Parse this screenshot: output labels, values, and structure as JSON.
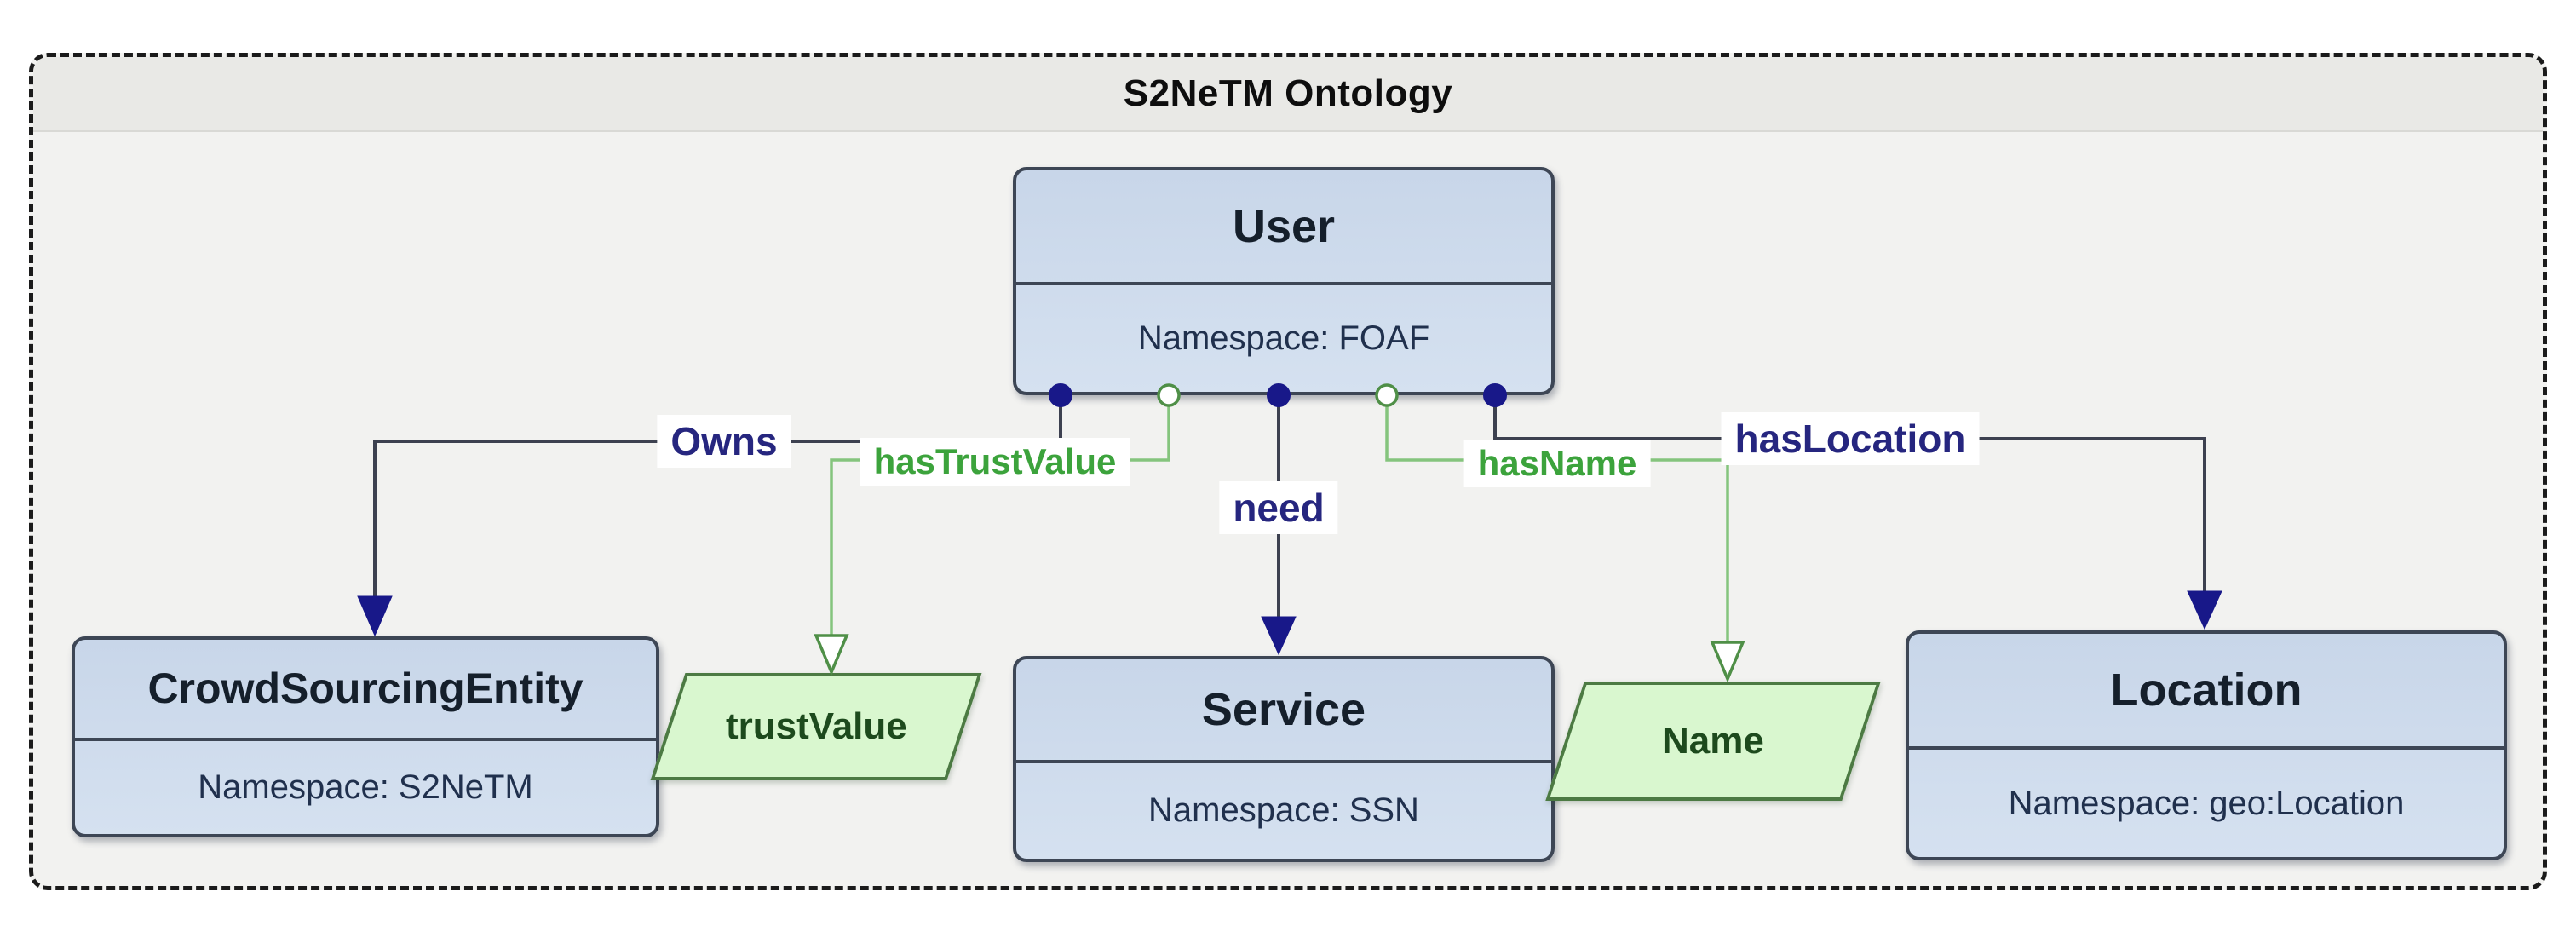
{
  "diagram": {
    "title": "S2NeTM Ontology",
    "classes": [
      {
        "id": "user",
        "name": "User",
        "namespace": "Namespace: FOAF"
      },
      {
        "id": "crowdsourcingentity",
        "name": "CrowdSourcingEntity",
        "namespace": "Namespace: S2NeTM"
      },
      {
        "id": "service",
        "name": "Service",
        "namespace": "Namespace: SSN"
      },
      {
        "id": "location",
        "name": "Location",
        "namespace": "Namespace: geo:Location"
      }
    ],
    "datatypes": [
      {
        "id": "trustvalue",
        "name": "trustValue"
      },
      {
        "id": "name",
        "name": "Name"
      }
    ],
    "relations": [
      {
        "label": "Owns",
        "type": "object-property",
        "from": "User",
        "to": "CrowdSourcingEntity",
        "color": "#26267f"
      },
      {
        "label": "hasTrustValue",
        "type": "datatype-property",
        "from": "User",
        "to": "trustValue",
        "color": "#3ca33c"
      },
      {
        "label": "need",
        "type": "object-property",
        "from": "User",
        "to": "Service",
        "color": "#26267f"
      },
      {
        "label": "hasName",
        "type": "datatype-property",
        "from": "User",
        "to": "Name",
        "color": "#3ca33c"
      },
      {
        "label": "hasLocation",
        "type": "object-property",
        "from": "User",
        "to": "Location",
        "color": "#26267f"
      }
    ],
    "colors": {
      "frame_background": "#f2f2f0",
      "frame_header": "#e9e9e6",
      "frame_border": "#1b1b1b",
      "class_fill": "#cfdcee",
      "class_border": "#3d4655",
      "datatype_fill": "#d9f7cf",
      "datatype_border": "#4c7a43",
      "object_property_color": "#26267f",
      "datatype_property_color": "#3ca33c"
    }
  }
}
